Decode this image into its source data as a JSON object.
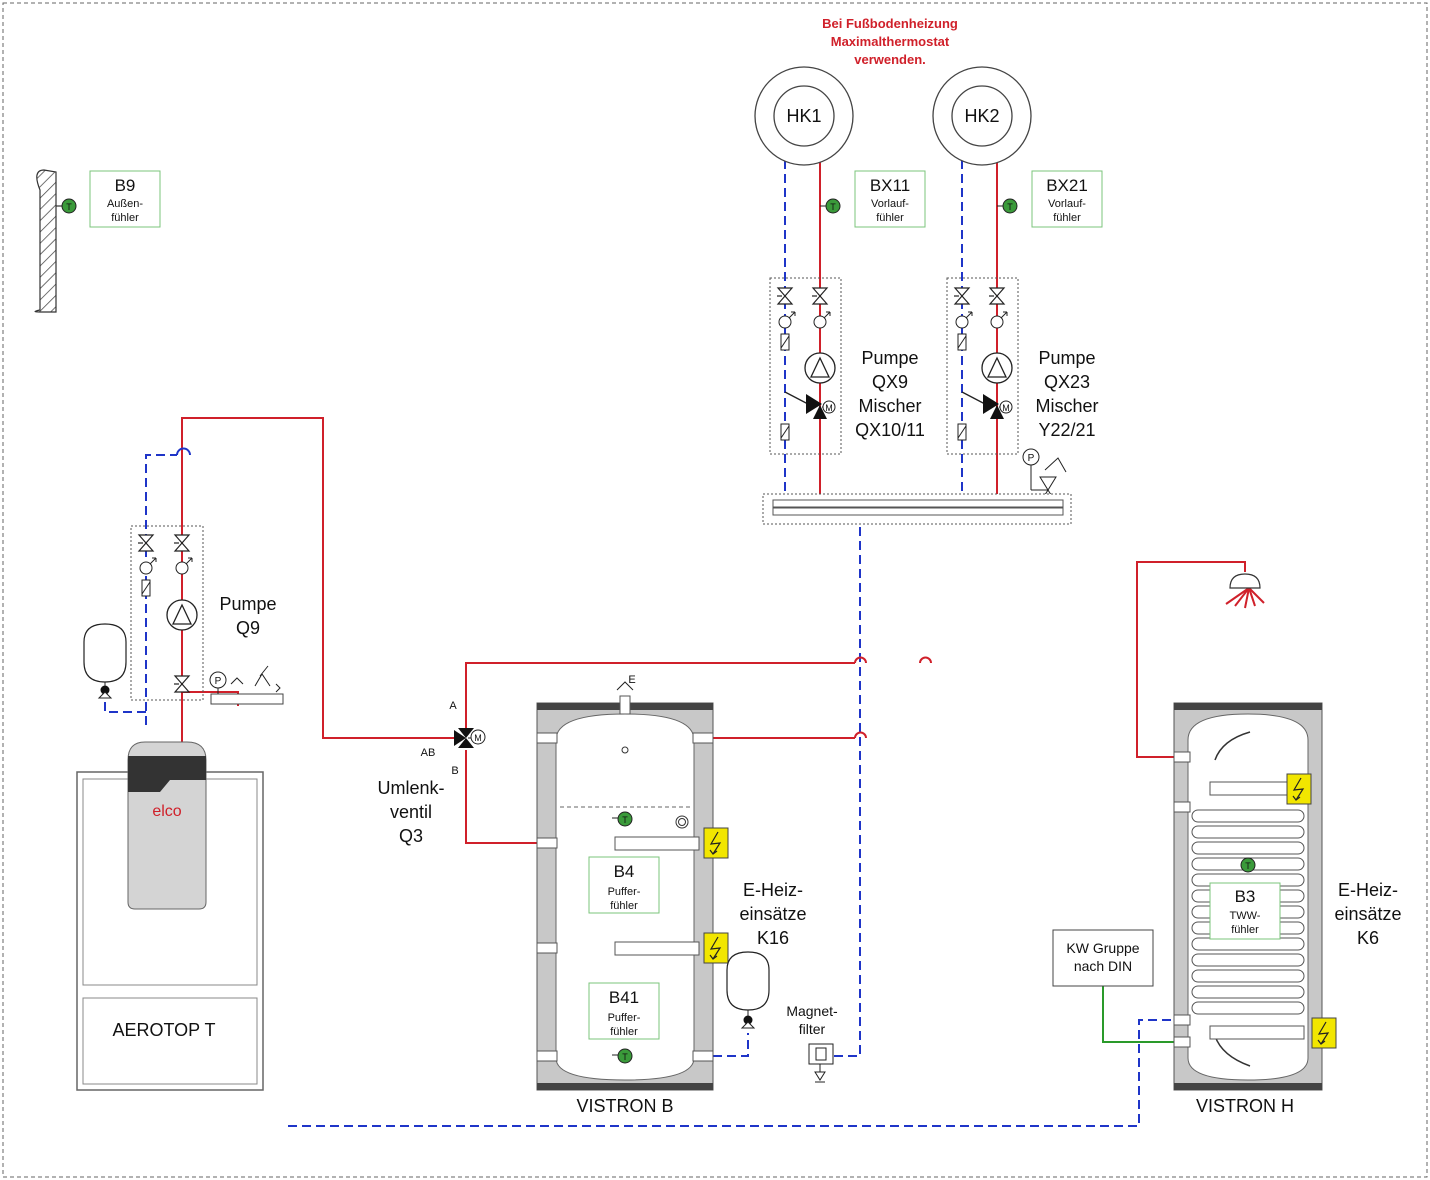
{
  "notice": [
    "Bei Fußbodenheizung",
    "Maximalthermostat",
    "verwenden."
  ],
  "circuits": {
    "hk1": "HK1",
    "hk2": "HK2"
  },
  "sensors": {
    "b9": {
      "id": "B9",
      "desc1": "Außen-",
      "desc2": "fühler"
    },
    "bx11": {
      "id": "BX11",
      "desc1": "Vorlauf-",
      "desc2": "fühler"
    },
    "bx21": {
      "id": "BX21",
      "desc1": "Vorlauf-",
      "desc2": "fühler"
    },
    "b4": {
      "id": "B4",
      "desc1": "Puffer-",
      "desc2": "fühler"
    },
    "b41": {
      "id": "B41",
      "desc1": "Puffer-",
      "desc2": "fühler"
    },
    "b3": {
      "id": "B3",
      "desc1": "TWW-",
      "desc2": "fühler"
    }
  },
  "labels": {
    "pump_q9": [
      "Pumpe",
      "Q9"
    ],
    "pump_qx9": [
      "Pumpe",
      "QX9",
      "Mischer",
      "QX10/11"
    ],
    "pump_qx23": [
      "Pumpe",
      "QX23",
      "Mischer",
      "Y22/21"
    ],
    "divert_valve": [
      "Umlenk-",
      "ventil",
      "Q3"
    ],
    "eheat_k16": [
      "E-Heiz-",
      "einsätze",
      "K16"
    ],
    "eheat_k6": [
      "E-Heiz-",
      "einsätze",
      "K6"
    ],
    "magnet_filter": [
      "Magnet-",
      "filter"
    ],
    "kw_group": [
      "KW Gruppe",
      "nach DIN"
    ],
    "heatpump": "AEROTOP T",
    "brand": "elco",
    "tank_b": "VISTRON B",
    "tank_h": "VISTRON H",
    "port_a": "A",
    "port_ab": "AB",
    "port_b": "B",
    "vent_e": "E",
    "sym_t": "T",
    "sym_m": "M",
    "sym_p": "P"
  },
  "colors": {
    "supply": "#d0202a",
    "return": "#1f35c8",
    "cold_water": "#2a9a2a",
    "sensor_green": "#3a9a3a",
    "eheater_yellow": "#f2e600",
    "frame_grey": "#c8c8c8"
  }
}
